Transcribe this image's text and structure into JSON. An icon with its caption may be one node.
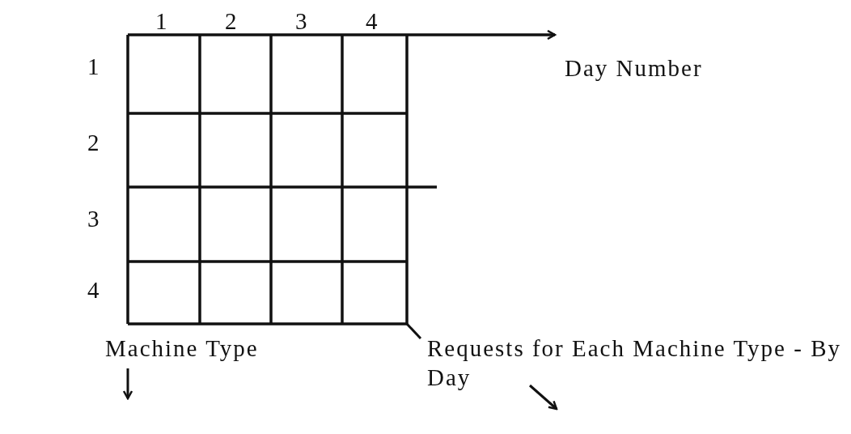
{
  "diagram": {
    "labels": [
      "1",
      "2",
      "3",
      "4",
      "1",
      "Day Number",
      "2",
      "3",
      "4",
      "Machine Type",
      "Requests for Each Machine Type - By Day"
    ]
  }
}
